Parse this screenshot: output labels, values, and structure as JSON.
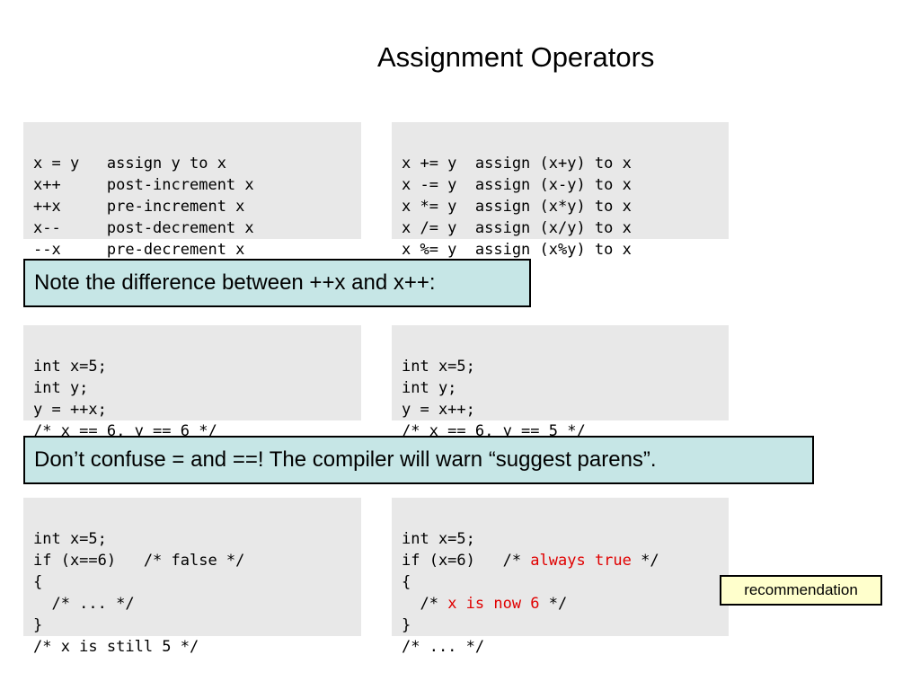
{
  "title": "Assignment Operators",
  "simple_ops": [
    "x = y   assign y to x",
    "x++     post-increment x",
    "++x     pre-increment x",
    "x--     post-decrement x",
    "--x     pre-decrement x"
  ],
  "compound_ops": [
    "x += y  assign (x+y) to x",
    "x -= y  assign (x-y) to x",
    "x *= y  assign (x*y) to x",
    "x /= y  assign (x/y) to x",
    "x %= y  assign (x%y) to x"
  ],
  "note1": "Note the difference between ++x and x++:",
  "pre_increment_example": [
    "int x=5;",
    "int y;",
    "y = ++x;",
    "/* x == 6, y == 6 */"
  ],
  "post_increment_example": [
    "int x=5;",
    "int y;",
    "y = x++;",
    "/* x == 6, y == 5 */"
  ],
  "note2": "Don’t confuse = and ==!  The compiler will warn “suggest parens”.",
  "equality_example": [
    "int x=5;",
    "if (x==6)   /* false */",
    "{",
    "  /* ... */",
    "}",
    "/* x is still 5 */"
  ],
  "assignment_example": {
    "line1": "int x=5;",
    "line2_pre": "if (x=6)   /* ",
    "line2_red": "always true",
    "line2_post": " */",
    "line3": "{",
    "line4_pre": "  /* ",
    "line4_red": "x is now 6",
    "line4_post": " */",
    "line5": "}",
    "line6": "/* ... */"
  },
  "recommendation_label": "recommendation",
  "colors": {
    "code_bg": "#e8e8e8",
    "note_bg": "#c6e6e6",
    "recommendation_bg": "#ffffcc",
    "highlight": "#e00000"
  }
}
